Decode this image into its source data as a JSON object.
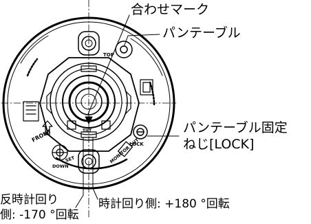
{
  "callouts": {
    "alignment_mark": "合わせマーク",
    "pan_table": "パンテーブル",
    "pan_table_lock_line1": "パンテーブル固定",
    "pan_table_lock_line2": "ねじ[LOCK]",
    "ccw_line1": "反時計回り",
    "ccw_line2": "側: -170 °回転",
    "cw_rotation": "時計回り側: +180 °回転"
  },
  "device_markings": {
    "top": "TOP",
    "front": "FRONT",
    "lock": "LOCK",
    "monitor_out": "MONITOR OUT",
    "set": "SET",
    "down": "DOWN",
    "tilt": "TILT"
  },
  "colors": {
    "line": "#000000",
    "background": "#ffffff"
  }
}
